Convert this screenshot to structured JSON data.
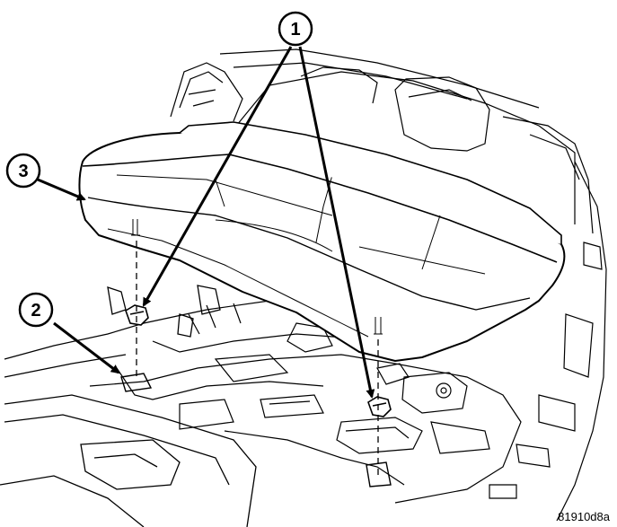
{
  "callouts": [
    {
      "label": "1"
    },
    {
      "label": "2"
    },
    {
      "label": "3"
    }
  ],
  "figure_id": "81910d8a",
  "colors": {
    "ink": "#000000",
    "paper": "#ffffff"
  }
}
